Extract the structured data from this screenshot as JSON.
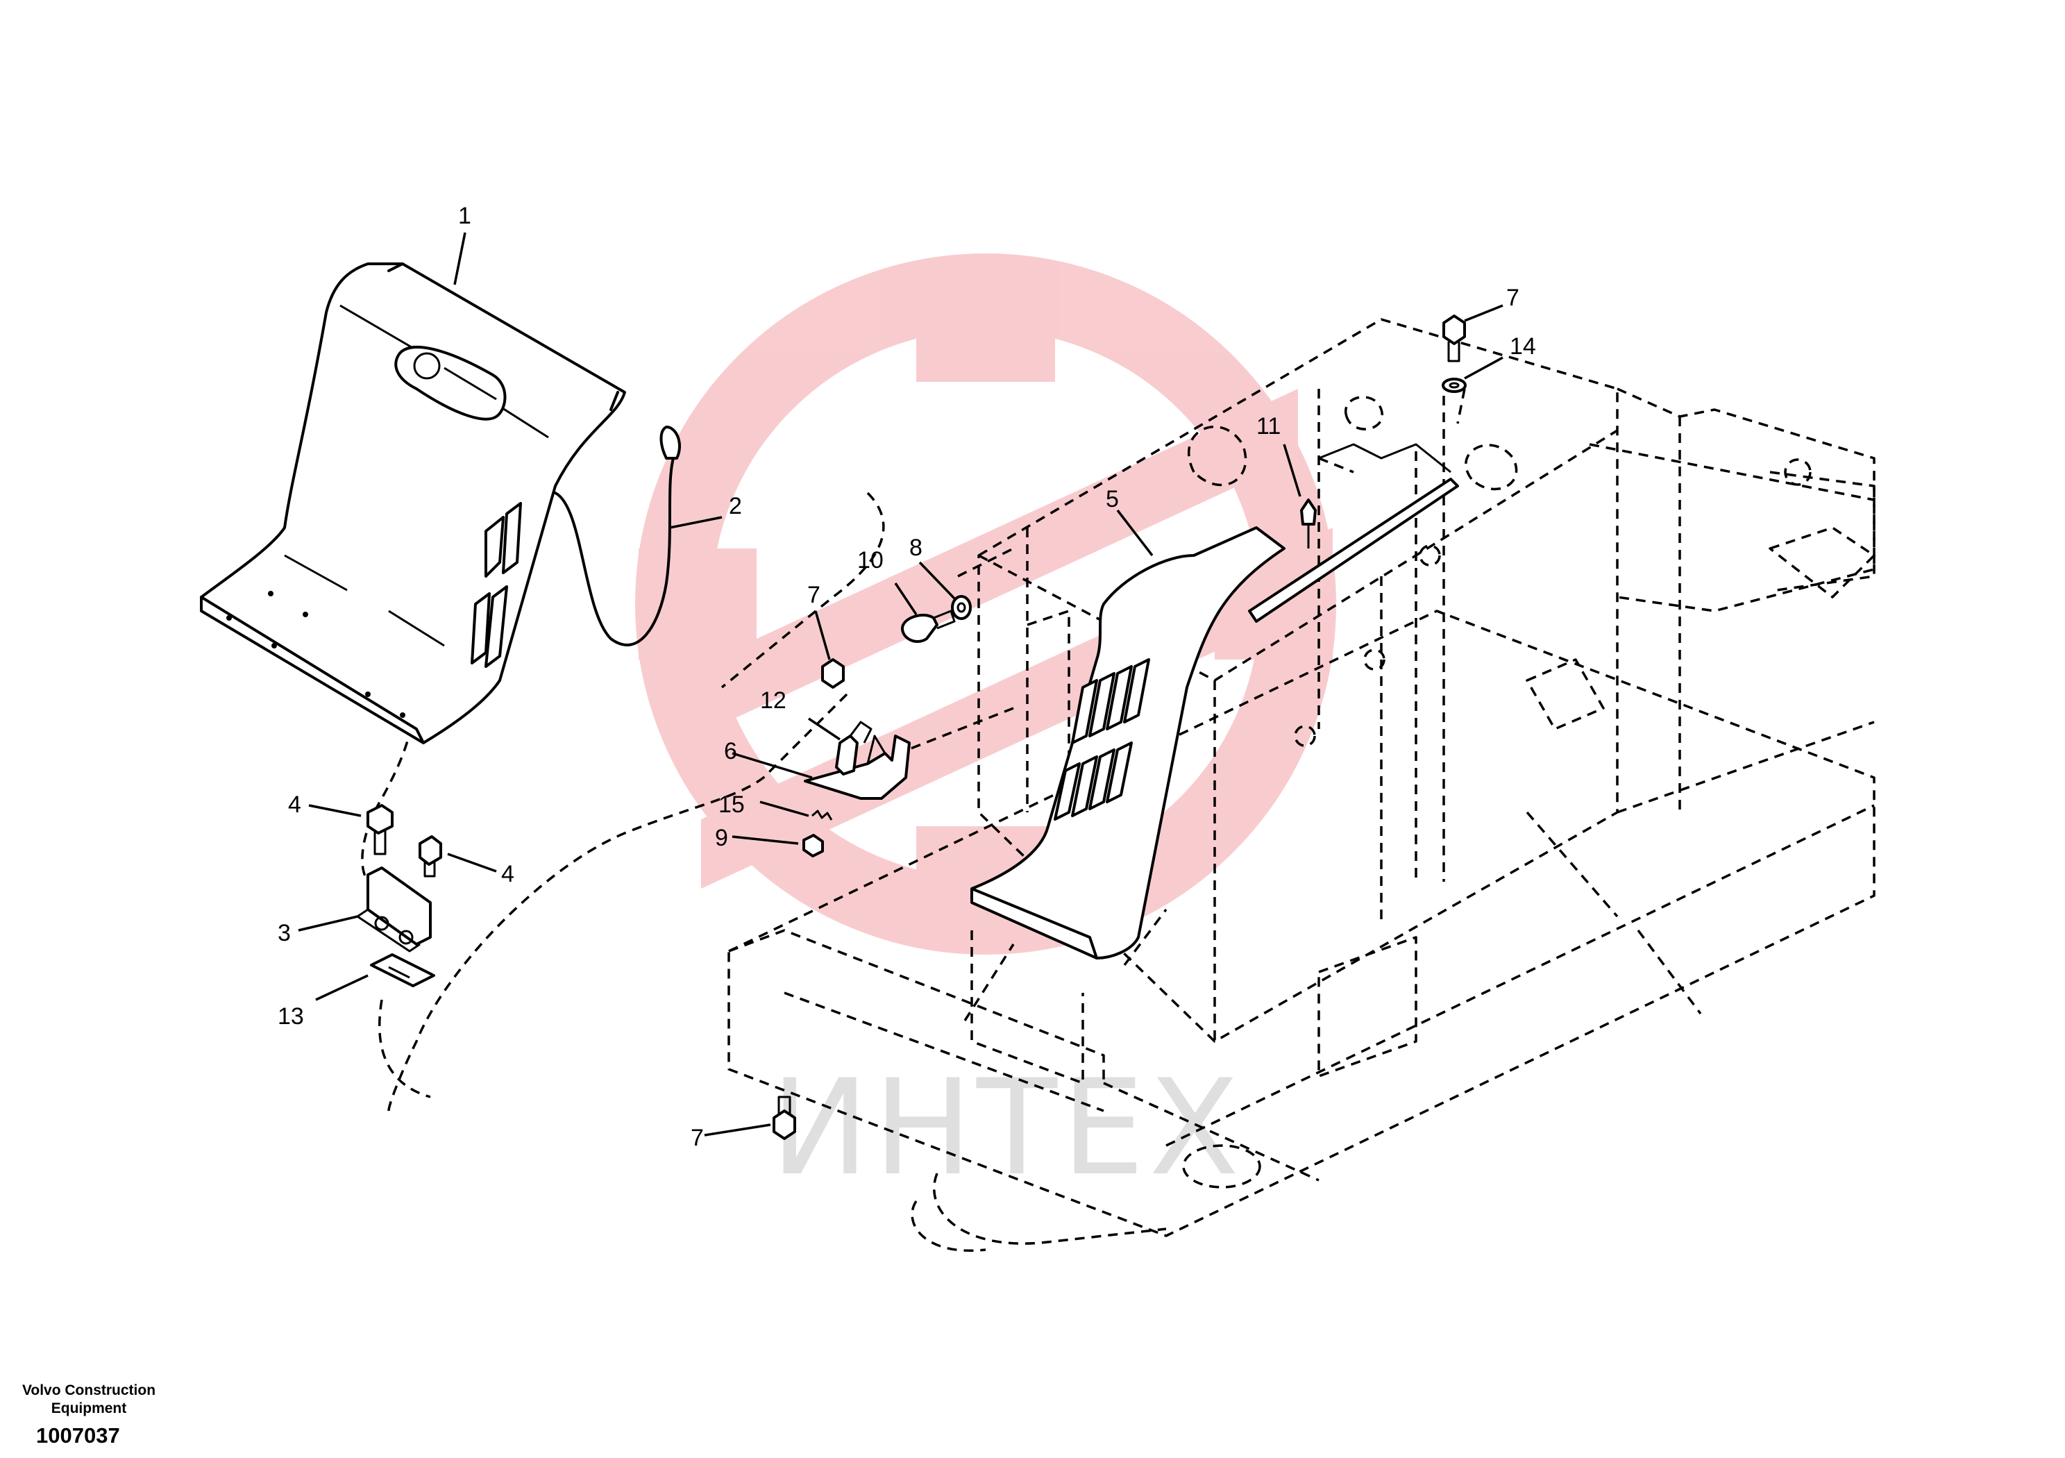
{
  "watermark": {
    "text": "ИНТЕХ",
    "color": "#f4a3a8"
  },
  "callouts": [
    "1",
    "2",
    "3",
    "4",
    "4",
    "5",
    "6",
    "7",
    "7",
    "7",
    "8",
    "9",
    "10",
    "11",
    "12",
    "13",
    "14",
    "15"
  ],
  "footer": {
    "brand": "Volvo Construction Equipment",
    "document_number": "1007037"
  }
}
